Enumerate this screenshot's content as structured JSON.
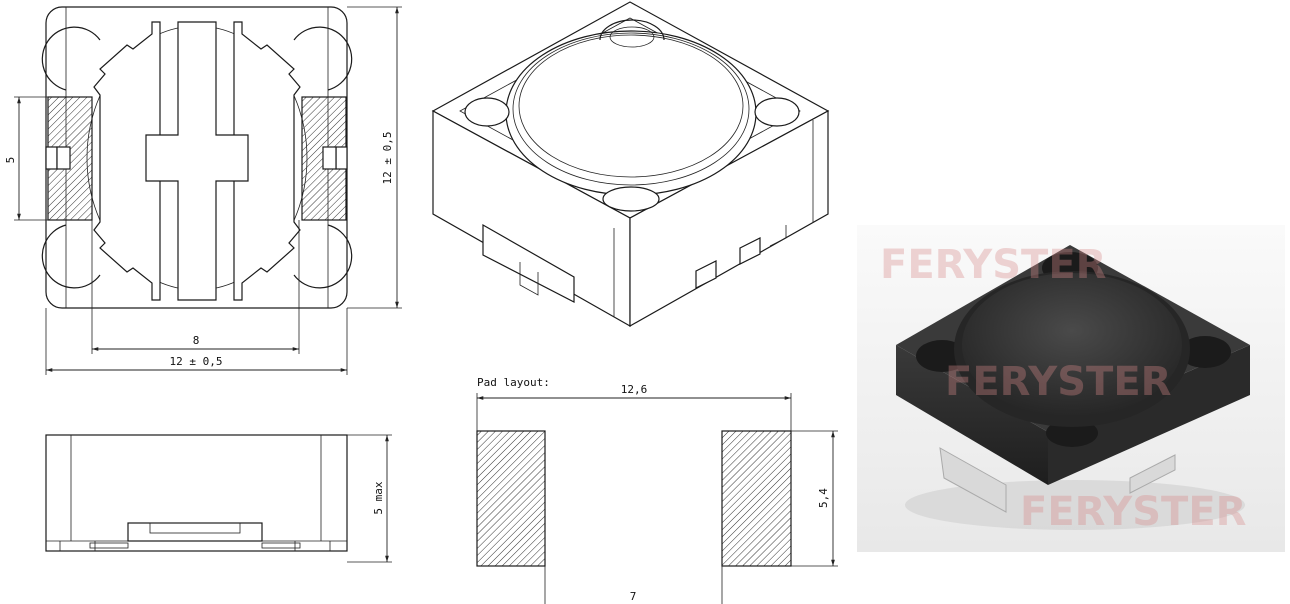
{
  "dimensions": {
    "top_height": "12 ± 0,5",
    "top_width": "12 ± 0,5",
    "pad_spacing_top": "8",
    "terminal_height": "5",
    "side_height": "5 max",
    "pad_layout_title": "Pad layout:",
    "pad_total_width": "12,6",
    "pad_height": "5,4",
    "pad_gap": "7"
  },
  "photo": {
    "watermark_lines": [
      "FERYSTER",
      "FERYSTER",
      "FERYSTER"
    ]
  },
  "colors": {
    "line": "#1a1a1a",
    "body_dark": "#2e2e2e",
    "terminal_silver": "#d9d9d9",
    "watermark": "#d88a8a"
  }
}
